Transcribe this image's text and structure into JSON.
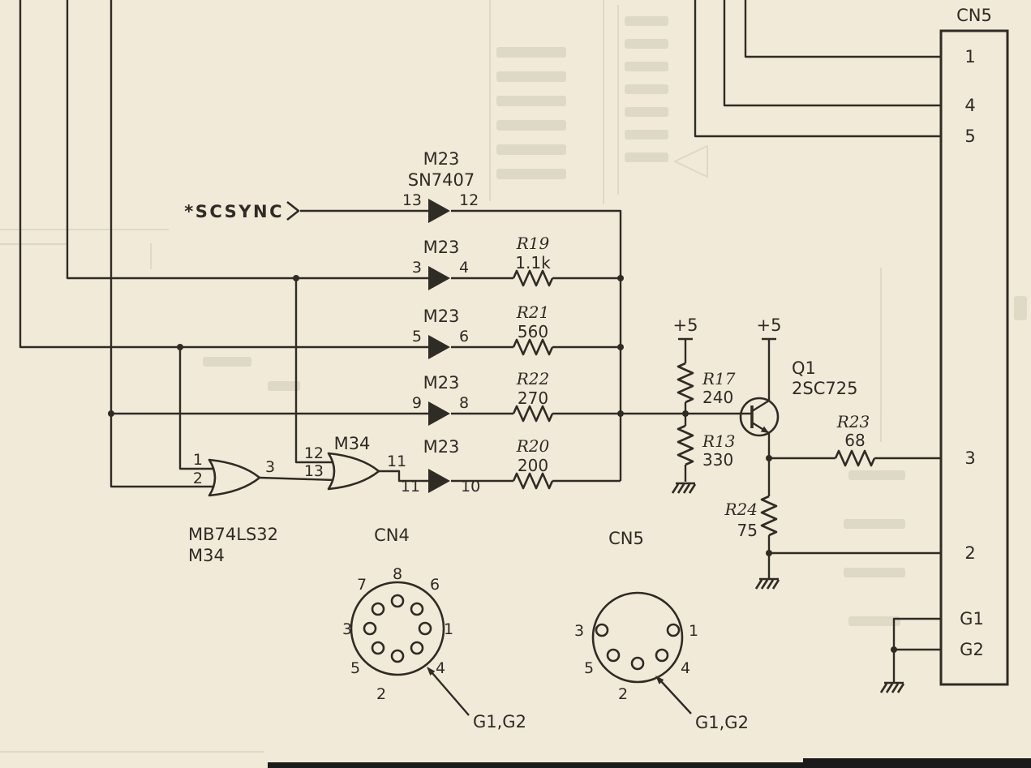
{
  "colors": {
    "paper": "#f1ead8",
    "ink": "#2f2b25"
  },
  "signal": {
    "scsync": "*SCSYNC"
  },
  "buffers": {
    "b1": {
      "ref": "M23",
      "part": "SN7407",
      "pin_in": "13",
      "pin_out": "12"
    },
    "b2": {
      "ref": "M23",
      "pin_in": "3",
      "pin_out": "4"
    },
    "b3": {
      "ref": "M23",
      "pin_in": "5",
      "pin_out": "6"
    },
    "b4": {
      "ref": "M23",
      "pin_in": "9",
      "pin_out": "8"
    },
    "b5": {
      "ref": "M23",
      "pin_in": "11",
      "pin_out": "10"
    }
  },
  "or_gates": {
    "g1": {
      "part": "MB74LS32",
      "ref": "M34",
      "pin_in1": "1",
      "pin_in2": "2",
      "pin_out": "3"
    },
    "g2": {
      "ref": "M34",
      "pin_in1": "12",
      "pin_in2": "13",
      "pin_out": "11"
    }
  },
  "resistors": {
    "r19": {
      "ref": "R19",
      "value": "1.1k"
    },
    "r21": {
      "ref": "R21",
      "value": "560"
    },
    "r22": {
      "ref": "R22",
      "value": "270"
    },
    "r20": {
      "ref": "R20",
      "value": "200"
    },
    "r17": {
      "ref": "R17",
      "value": "240"
    },
    "r13": {
      "ref": "R13",
      "value": "330"
    },
    "r23": {
      "ref": "R23",
      "value": "68"
    },
    "r24": {
      "ref": "R24",
      "value": "75"
    }
  },
  "transistor": {
    "ref": "Q1",
    "part": "2SC725"
  },
  "power": {
    "v1": "+5",
    "v2": "+5"
  },
  "cn5_header": {
    "title": "CN5",
    "pin1": "1",
    "pin4": "4",
    "pin5": "5",
    "pin3": "3",
    "pin2": "2",
    "g1": "G1",
    "g2": "G2"
  },
  "cn4_din": {
    "title": "CN4",
    "pin8": "8",
    "pin7": "7",
    "pin6": "6",
    "pin3": "3",
    "pin1": "1",
    "pin5": "5",
    "pin4": "4",
    "pin2": "2",
    "ground_note": "G1,G2"
  },
  "cn5_din": {
    "title": "CN5",
    "pin3": "3",
    "pin1": "1",
    "pin5": "5",
    "pin4": "4",
    "pin2": "2",
    "ground_note": "G1,G2"
  }
}
